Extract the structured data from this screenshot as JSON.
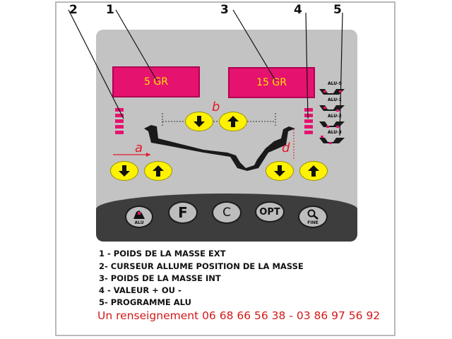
{
  "callouts": [
    "2",
    "1",
    "3",
    "4",
    "5"
  ],
  "displays": {
    "ext_weight": "5 GR",
    "int_weight": "15 GR"
  },
  "dimension_letters": {
    "b": "b",
    "a": "a",
    "d": "d"
  },
  "alu_programs": [
    "ALU-S",
    "ALU-1",
    "ALU-2",
    "ALU-3"
  ],
  "buttons": {
    "alu": "ALU",
    "f": "F",
    "c": "C",
    "opt": "OPT",
    "fine": "FINE"
  },
  "legend": [
    "1 - POIDS DE LA MASSE EXT",
    "2-  CURSEUR ALLUME POSITION DE LA MASSE",
    "3-  POIDS DE LA MASSE INT",
    "4 - VALEUR + OU -",
    "5-  PROGRAMME ALU"
  ],
  "contact": "Un renseignement 06 68 66 56 38 - 03 86 97 56 92",
  "colors": {
    "panel": "#c3c3c3",
    "display": "#e6126f",
    "display_text": "#ffe400",
    "arrow_button": "#fff200",
    "led": "#e6126f",
    "contact": "#d41818",
    "dimension": "#e21a2a",
    "bottom_bar": "#3d3d3d"
  }
}
